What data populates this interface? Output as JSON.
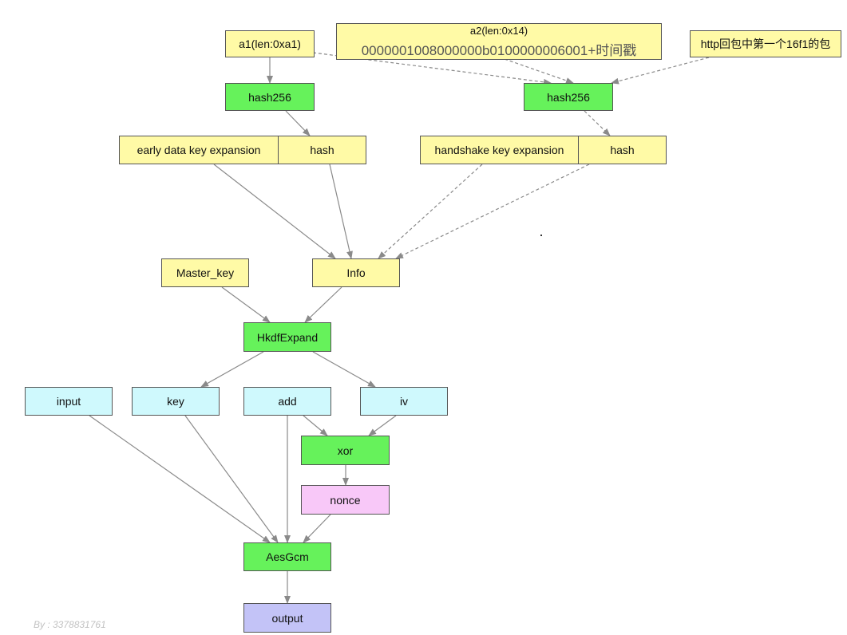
{
  "nodes": {
    "a1": "a1(len:0xa1)",
    "a2_title": "a2(len:0x14)",
    "a2_value": "0000001008000000b0100000006001+时间戳",
    "http": "http回包中第一个16f1的包",
    "hash256_left": "hash256",
    "hash256_right": "hash256",
    "early_data": "early data key expansion",
    "hash_left": "hash",
    "handshake": "handshake key expansion",
    "hash_right": "hash",
    "master_key": "Master_key",
    "info": "Info",
    "hkdf": "HkdfExpand",
    "input": "input",
    "key": "key",
    "add": "add",
    "iv": "iv",
    "xor": "xor",
    "nonce": "nonce",
    "aesgcm": "AesGcm",
    "output": "output"
  },
  "watermark": "By : 3378831761",
  "colors": {
    "yellow": "#fffaa6",
    "green": "#66f25b",
    "cyan": "#cff9fd",
    "pink": "#f8c8f8",
    "lavender": "#c3c3f7",
    "edge": "#8a8a8a"
  }
}
